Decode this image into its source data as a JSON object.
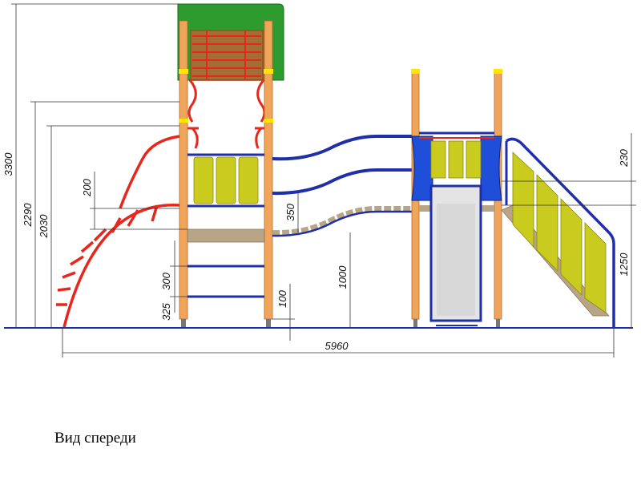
{
  "caption": "Вид спереди",
  "dimensions": {
    "total_height": "3300",
    "platform_height_top": "2290",
    "platform_height": "2030",
    "panel_gap": "200",
    "ladder_step_upper": "300",
    "ladder_step_lower": "325",
    "ground_clearance": "100",
    "bridge_height": "1000",
    "bridge_rise": "350",
    "right_top": "230",
    "right_platform": "1250",
    "total_width": "5960"
  },
  "colors": {
    "post": "#F0A55A",
    "roof": "#2E9B2E",
    "net": "#E8261B",
    "rail": "#1F2FA8",
    "panel": "#C9CC1E",
    "deck": "#B8A586",
    "slide": "#E4E4E4",
    "cap": "#FFE600"
  }
}
